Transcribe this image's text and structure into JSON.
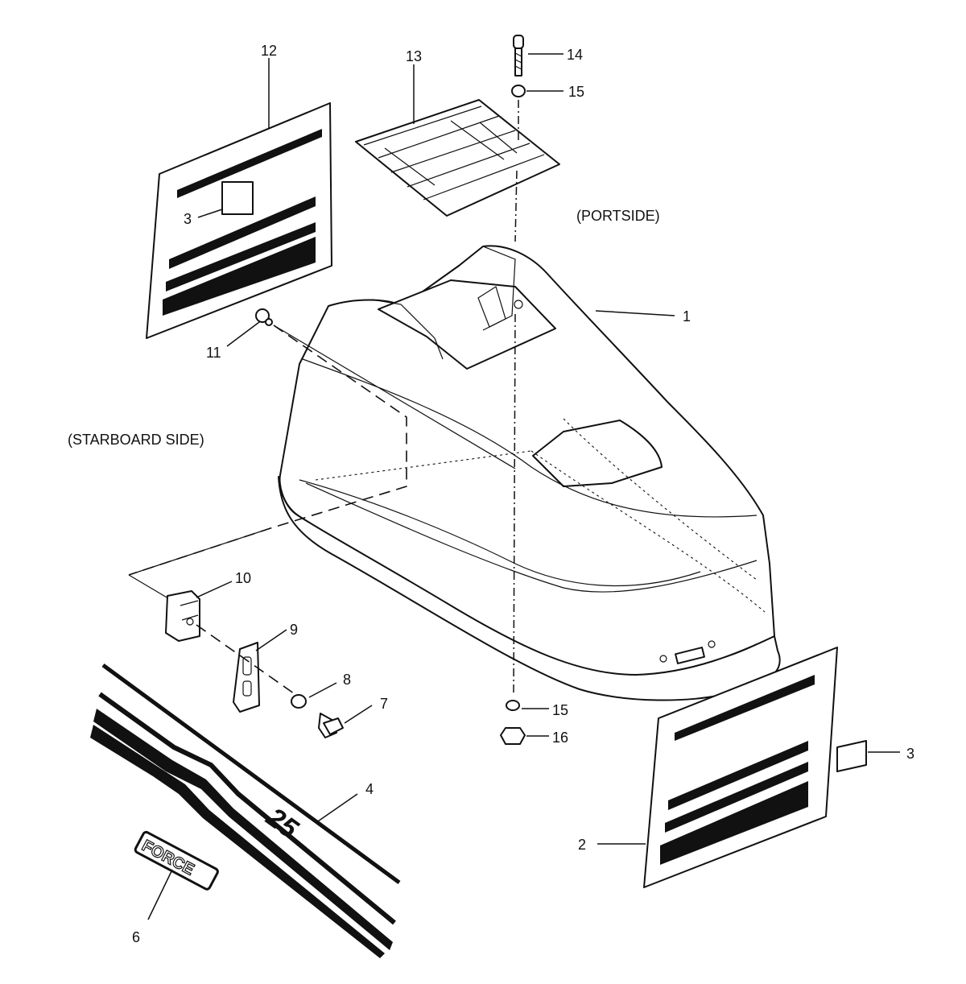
{
  "labels": {
    "portside": "(PORTSIDE)",
    "starboard": "(STARBOARD SIDE)"
  },
  "callouts": {
    "c1": "1",
    "c2": "2",
    "c3a": "3",
    "c3b": "3",
    "c4": "4",
    "c6": "6",
    "c7": "7",
    "c8": "8",
    "c9": "9",
    "c10": "10",
    "c11": "11",
    "c12": "12",
    "c13": "13",
    "c14": "14",
    "c15a": "15",
    "c15b": "15",
    "c16": "16"
  },
  "decal_text": {
    "model": "25",
    "brand": "FORCE"
  }
}
